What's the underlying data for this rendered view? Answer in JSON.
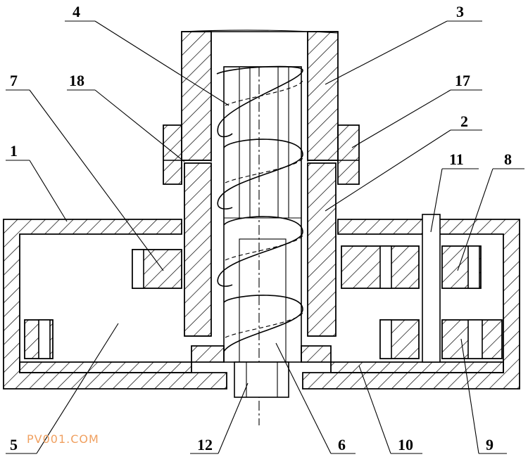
{
  "labels": {
    "l1": "1",
    "l2": "2",
    "l3": "3",
    "l4": "4",
    "l5": "5",
    "l6": "6",
    "l7": "7",
    "l8": "8",
    "l9": "9",
    "l10": "10",
    "l11": "11",
    "l12": "12",
    "l17": "17",
    "l18": "18"
  },
  "watermark": "PV001.COM",
  "colors": {
    "watermark": "#f0a060",
    "line": "#000000"
  }
}
